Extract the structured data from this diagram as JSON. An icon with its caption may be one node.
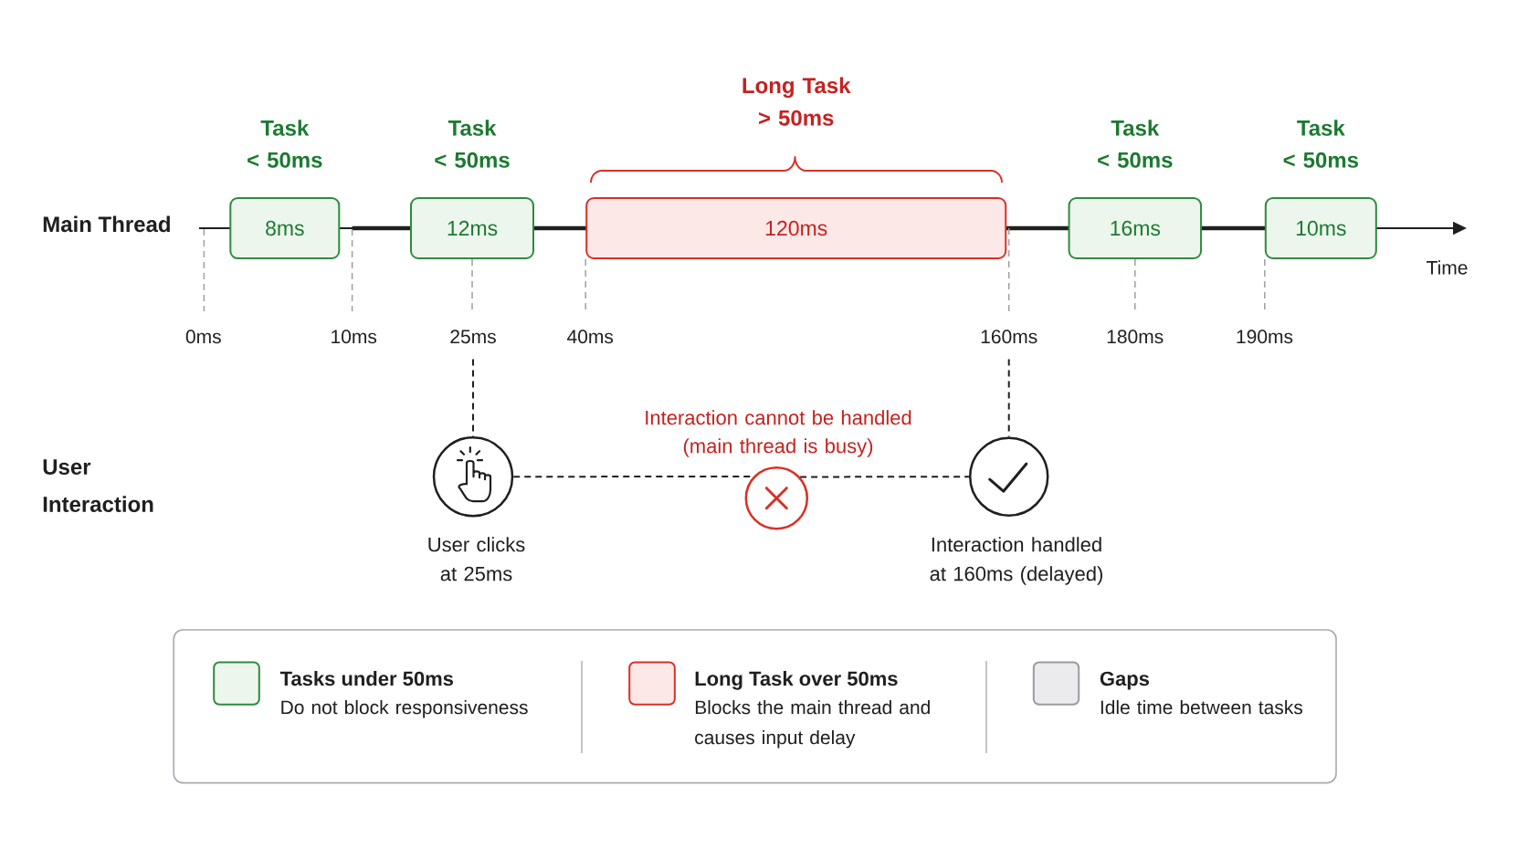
{
  "diagram": {
    "nodes": [
      {
        "text": [
          "8ms"
        ],
        "beside": [
          "Task < 50ms"
        ]
      },
      {
        "text": [
          "12ms"
        ],
        "beside": [
          "Task < 50ms"
        ]
      },
      {
        "text": [
          "120ms"
        ],
        "beside": [
          "Long Task > 50ms"
        ]
      },
      {
        "text": [
          "16ms"
        ],
        "beside": [
          "Task < 50ms"
        ]
      },
      {
        "text": [
          "10ms"
        ],
        "beside": [
          "Task < 50ms"
        ]
      },
      {
        "text": [
          "25ms"
        ]
      },
      {
        "text": [
          "40ms"
        ]
      },
      {
        "text": [
          "160ms"
        ]
      },
      {
        "text": [
          "180ms"
        ]
      },
      {
        "text": [
          "190ms"
        ]
      },
      {
        "text": [],
        "shape": "circle",
        "beside": [
          "User clicks at 25ms"
        ]
      },
      {
        "text": [],
        "shape": "circle",
        "beside": [
          "Interaction cannot be handled (main thread is busy)"
        ]
      },
      {
        "text": [],
        "shape": "circle",
        "beside": [
          "Interaction handled at 160ms (delayed)"
        ]
      }
    ],
    "edges": [
      {
        "from": 1,
        "to": 5,
        "arrow": "none",
        "style": "dashed"
      },
      {
        "from": 2,
        "to": 6,
        "arrow": "none",
        "style": "dashed"
      },
      {
        "from": 2,
        "to": 7,
        "arrow": "none",
        "style": "dashed"
      },
      {
        "from": 3,
        "to": 8,
        "arrow": "none",
        "style": "dashed"
      },
      {
        "from": 4,
        "to": 9,
        "arrow": "none",
        "style": "dashed"
      },
      {
        "from": 5,
        "to": 10,
        "arrow": "none",
        "style": "dashed",
        "color": "#1f1f1f"
      },
      {
        "from": 7,
        "to": 12,
        "arrow": "none",
        "style": "dashed",
        "color": "#1f1f1f"
      },
      {
        "from": 10,
        "to": 11,
        "arrow": "none",
        "style": "dashed",
        "color": "#1f1f1f"
      },
      {
        "from": 11,
        "to": 12,
        "arrow": "none",
        "style": "dashed",
        "color": "#1f1f1f"
      }
    ],
    "labels": [
      "Main Thread",
      "Time",
      "0ms",
      "10ms",
      "User Interaction",
      "Do not block responsiveness",
      "Blocks the main thread and causes input delay",
      "Idle time between tasks"
    ],
    "legend": [
      {
        "text": "Tasks under 50ms",
        "color": "#edf6ec"
      },
      {
        "text": "Long Task over 50ms",
        "color": "#fde8e8"
      },
      {
        "text": "Gaps",
        "color": "#ebebed"
      }
    ]
  }
}
